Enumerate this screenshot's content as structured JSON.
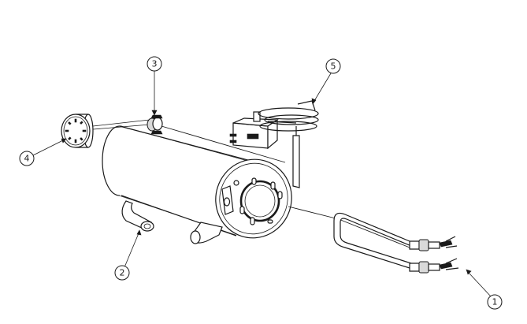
{
  "callouts": [
    {
      "id": "1",
      "label": "1"
    },
    {
      "id": "2",
      "label": "2"
    },
    {
      "id": "3",
      "label": "3"
    },
    {
      "id": "4",
      "label": "4"
    },
    {
      "id": "5",
      "label": "5"
    }
  ],
  "colors": {
    "line": "#1a1a1a",
    "background": "#ffffff",
    "shade": "#d9d9d9"
  }
}
